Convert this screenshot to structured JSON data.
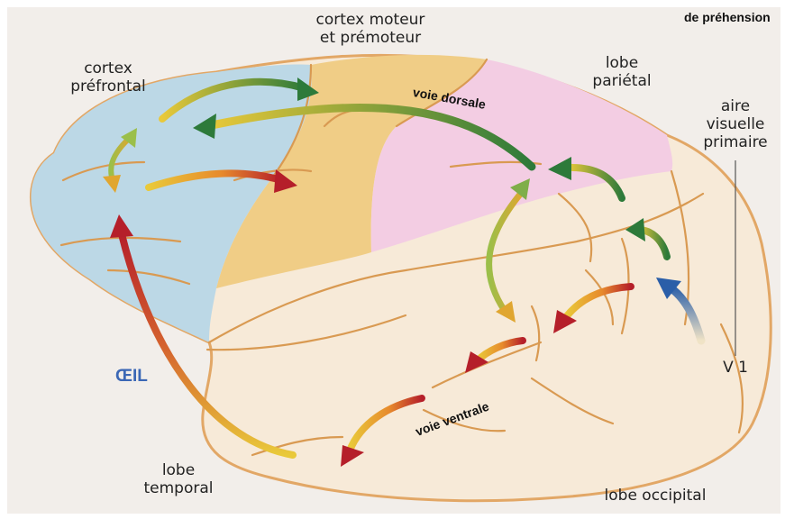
{
  "labels": {
    "top_right": "de préhension",
    "motor_line1": "cortex moteur",
    "motor_line2": "et prémoteur",
    "prefrontal_line1": "cortex",
    "prefrontal_line2": "préfrontal",
    "parietal_line1": "lobe",
    "parietal_line2": "pariétal",
    "visual_line1": "aire",
    "visual_line2": "visuelle",
    "visual_line3": "primaire",
    "v1": "V 1",
    "eye": "ŒIL",
    "temporal_line1": "lobe",
    "temporal_line2": "temporal",
    "occipital": "lobe occipital",
    "dorsal": "voie dorsale",
    "ventral": "voie ventrale"
  },
  "colors": {
    "background": "#ffffff",
    "paper": "#f2eeea",
    "brain_base": "#f7ead8",
    "brain_outline": "#e2a766",
    "prefrontal": "#bcd8e6",
    "motor": "#f0cd86",
    "parietal": "#f3cde3",
    "eye_text": "#3b67b5",
    "arrow_green": "#2d7a3a",
    "arrow_yellow": "#e8c23a",
    "arrow_red": "#b51f2a",
    "arrow_blue": "#2a5ea8"
  }
}
